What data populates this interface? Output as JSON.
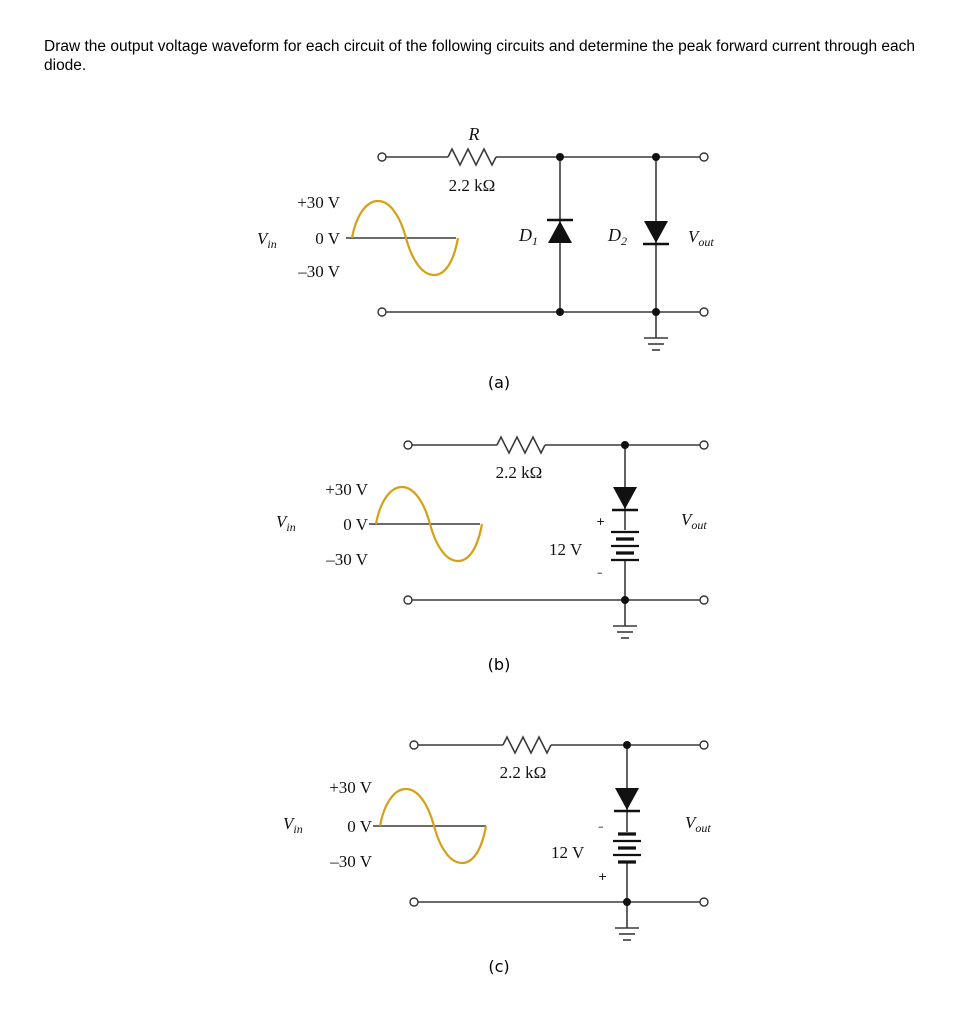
{
  "question": "Draw the output voltage waveform for each circuit of the following circuits and determine the peak forward current through each diode.",
  "colors": {
    "waveform": "#d4a017",
    "wire": "#3a3a3a"
  },
  "circuits": [
    {
      "caption": "(a)",
      "vin": {
        "label": "V",
        "sub": "in",
        "pos_peak": "+30 V",
        "zero": "0 V",
        "neg_peak": "–30 V"
      },
      "resistor": {
        "name": "R",
        "value": "2.2 kΩ"
      },
      "diodes": [
        {
          "name": "D",
          "sub": "1"
        },
        {
          "name": "D",
          "sub": "2"
        }
      ],
      "vout": {
        "label": "V",
        "sub": "out"
      }
    },
    {
      "caption": "(b)",
      "vin": {
        "label": "V",
        "sub": "in",
        "pos_peak": "+30 V",
        "zero": "0 V",
        "neg_peak": "–30 V"
      },
      "resistor": {
        "value": "2.2 kΩ"
      },
      "battery": {
        "value": "12 V",
        "top_sign": "+",
        "bottom_sign": "–"
      },
      "vout": {
        "label": "V",
        "sub": "out"
      }
    },
    {
      "caption": "(c)",
      "vin": {
        "label": "V",
        "sub": "in",
        "pos_peak": "+30 V",
        "zero": "0 V",
        "neg_peak": "–30 V"
      },
      "resistor": {
        "value": "2.2 kΩ"
      },
      "battery": {
        "value": "12 V",
        "top_sign": "–",
        "bottom_sign": "+"
      },
      "vout": {
        "label": "V",
        "sub": "out"
      }
    }
  ]
}
